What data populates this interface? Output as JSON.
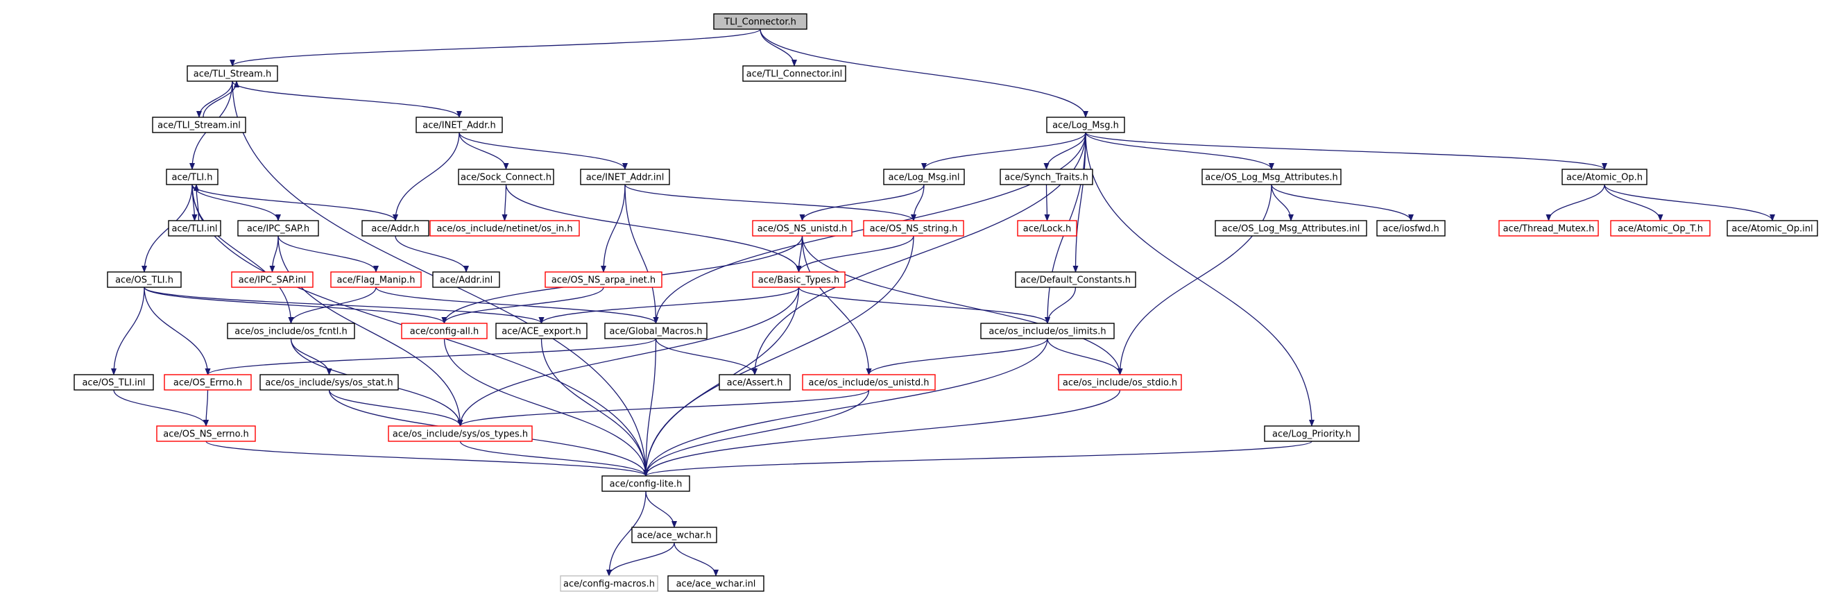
{
  "colors": {
    "normal_border": "#000000",
    "missing_border": "#ff0000",
    "external_border": "#bfbfbf",
    "root_fill": "#bfbfbf",
    "node_fill": "#ffffff",
    "text": "#000000",
    "edge": "#191970"
  },
  "nodes": [
    {
      "id": "tli_connector_h",
      "label": "TLI_Connector.h",
      "style": "root"
    },
    {
      "id": "tli_stream_h",
      "label": "ace/TLI_Stream.h",
      "style": "normal"
    },
    {
      "id": "tli_connector_inl",
      "label": "ace/TLI_Connector.inl",
      "style": "normal"
    },
    {
      "id": "tli_stream_inl",
      "label": "ace/TLI_Stream.inl",
      "style": "normal"
    },
    {
      "id": "inet_addr_h",
      "label": "ace/INET_Addr.h",
      "style": "normal"
    },
    {
      "id": "log_msg_h",
      "label": "ace/Log_Msg.h",
      "style": "normal"
    },
    {
      "id": "tli_h",
      "label": "ace/TLI.h",
      "style": "normal"
    },
    {
      "id": "sock_connect_h",
      "label": "ace/Sock_Connect.h",
      "style": "normal"
    },
    {
      "id": "inet_addr_inl",
      "label": "ace/INET_Addr.inl",
      "style": "normal"
    },
    {
      "id": "log_msg_inl",
      "label": "ace/Log_Msg.inl",
      "style": "normal"
    },
    {
      "id": "synch_traits_h",
      "label": "ace/Synch_Traits.h",
      "style": "normal"
    },
    {
      "id": "os_log_msg_attr_h",
      "label": "ace/OS_Log_Msg_Attributes.h",
      "style": "normal"
    },
    {
      "id": "atomic_op_h",
      "label": "ace/Atomic_Op.h",
      "style": "normal"
    },
    {
      "id": "tli_inl",
      "label": "ace/TLI.inl",
      "style": "normal"
    },
    {
      "id": "ipc_sap_h",
      "label": "ace/IPC_SAP.h",
      "style": "normal"
    },
    {
      "id": "addr_h",
      "label": "ace/Addr.h",
      "style": "normal"
    },
    {
      "id": "netinet_in_h",
      "label": "ace/os_include/netinet/os_in.h",
      "style": "missing"
    },
    {
      "id": "os_ns_unistd_h",
      "label": "ace/OS_NS_unistd.h",
      "style": "missing"
    },
    {
      "id": "os_ns_string_h",
      "label": "ace/OS_NS_string.h",
      "style": "missing"
    },
    {
      "id": "lock_h",
      "label": "ace/Lock.h",
      "style": "missing"
    },
    {
      "id": "os_log_msg_attr_inl",
      "label": "ace/OS_Log_Msg_Attributes.inl",
      "style": "normal"
    },
    {
      "id": "iosfwd_h",
      "label": "ace/iosfwd.h",
      "style": "normal"
    },
    {
      "id": "thread_mutex_h",
      "label": "ace/Thread_Mutex.h",
      "style": "missing"
    },
    {
      "id": "atomic_op_t_h",
      "label": "ace/Atomic_Op_T.h",
      "style": "missing"
    },
    {
      "id": "atomic_op_inl",
      "label": "ace/Atomic_Op.inl",
      "style": "normal"
    },
    {
      "id": "os_tli_h",
      "label": "ace/OS_TLI.h",
      "style": "normal"
    },
    {
      "id": "ipc_sap_inl",
      "label": "ace/IPC_SAP.inl",
      "style": "missing"
    },
    {
      "id": "flag_manip_h",
      "label": "ace/Flag_Manip.h",
      "style": "missing"
    },
    {
      "id": "addr_inl",
      "label": "ace/Addr.inl",
      "style": "normal"
    },
    {
      "id": "os_ns_arpa_inet_h",
      "label": "ace/OS_NS_arpa_inet.h",
      "style": "missing"
    },
    {
      "id": "basic_types_h",
      "label": "ace/Basic_Types.h",
      "style": "missing"
    },
    {
      "id": "default_constants_h",
      "label": "ace/Default_Constants.h",
      "style": "normal"
    },
    {
      "id": "os_fcntl_h",
      "label": "ace/os_include/os_fcntl.h",
      "style": "normal"
    },
    {
      "id": "config_all_h",
      "label": "ace/config-all.h",
      "style": "missing"
    },
    {
      "id": "ace_export_h",
      "label": "ace/ACE_export.h",
      "style": "normal"
    },
    {
      "id": "global_macros_h",
      "label": "ace/Global_Macros.h",
      "style": "normal"
    },
    {
      "id": "os_limits_h",
      "label": "ace/os_include/os_limits.h",
      "style": "normal"
    },
    {
      "id": "os_tli_inl",
      "label": "ace/OS_TLI.inl",
      "style": "normal"
    },
    {
      "id": "os_errno_h",
      "label": "ace/OS_Errno.h",
      "style": "missing"
    },
    {
      "id": "sys_os_stat_h",
      "label": "ace/os_include/sys/os_stat.h",
      "style": "normal"
    },
    {
      "id": "assert_h",
      "label": "ace/Assert.h",
      "style": "normal"
    },
    {
      "id": "os_unistd_h",
      "label": "ace/os_include/os_unistd.h",
      "style": "missing"
    },
    {
      "id": "os_stdio_h",
      "label": "ace/os_include/os_stdio.h",
      "style": "missing"
    },
    {
      "id": "os_ns_errno_h",
      "label": "ace/OS_NS_errno.h",
      "style": "missing"
    },
    {
      "id": "sys_os_types_h",
      "label": "ace/os_include/sys/os_types.h",
      "style": "missing"
    },
    {
      "id": "log_priority_h",
      "label": "ace/Log_Priority.h",
      "style": "normal"
    },
    {
      "id": "config_lite_h",
      "label": "ace/config-lite.h",
      "style": "normal"
    },
    {
      "id": "ace_wchar_h",
      "label": "ace/ace_wchar.h",
      "style": "normal"
    },
    {
      "id": "config_macros_h",
      "label": "ace/config-macros.h",
      "style": "external"
    },
    {
      "id": "ace_wchar_inl",
      "label": "ace/ace_wchar.inl",
      "style": "normal"
    }
  ],
  "edges": [
    [
      "tli_connector_h",
      "tli_stream_h"
    ],
    [
      "tli_connector_h",
      "tli_connector_inl"
    ],
    [
      "tli_connector_h",
      "log_msg_h"
    ],
    [
      "tli_stream_h",
      "tli_stream_inl"
    ],
    [
      "tli_stream_inl",
      "tli_stream_h"
    ],
    [
      "tli_stream_h",
      "inet_addr_h"
    ],
    [
      "tli_stream_h",
      "tli_h"
    ],
    [
      "tli_stream_h",
      "config_lite_h"
    ],
    [
      "inet_addr_h",
      "sock_connect_h"
    ],
    [
      "inet_addr_h",
      "inet_addr_inl"
    ],
    [
      "inet_addr_h",
      "addr_h"
    ],
    [
      "log_msg_h",
      "log_msg_inl"
    ],
    [
      "log_msg_h",
      "synch_traits_h"
    ],
    [
      "log_msg_h",
      "os_log_msg_attr_h"
    ],
    [
      "log_msg_h",
      "atomic_op_h"
    ],
    [
      "log_msg_h",
      "global_macros_h"
    ],
    [
      "log_msg_h",
      "assert_h"
    ],
    [
      "log_msg_h",
      "default_constants_h"
    ],
    [
      "log_msg_h",
      "os_limits_h"
    ],
    [
      "log_msg_h",
      "log_priority_h"
    ],
    [
      "tli_h",
      "tli_inl"
    ],
    [
      "tli_inl",
      "tli_h"
    ],
    [
      "tli_h",
      "ipc_sap_h"
    ],
    [
      "tli_h",
      "addr_h"
    ],
    [
      "tli_h",
      "os_tli_h"
    ],
    [
      "tli_h",
      "os_fcntl_h"
    ],
    [
      "tli_h",
      "config_lite_h"
    ],
    [
      "sock_connect_h",
      "netinet_in_h"
    ],
    [
      "sock_connect_h",
      "basic_types_h"
    ],
    [
      "inet_addr_inl",
      "os_ns_string_h"
    ],
    [
      "inet_addr_inl",
      "os_ns_arpa_inet_h"
    ],
    [
      "inet_addr_inl",
      "global_macros_h"
    ],
    [
      "log_msg_inl",
      "os_ns_unistd_h"
    ],
    [
      "log_msg_inl",
      "os_ns_string_h"
    ],
    [
      "synch_traits_h",
      "lock_h"
    ],
    [
      "os_log_msg_attr_h",
      "os_log_msg_attr_inl"
    ],
    [
      "os_log_msg_attr_h",
      "iosfwd_h"
    ],
    [
      "os_log_msg_attr_h",
      "os_stdio_h"
    ],
    [
      "atomic_op_h",
      "thread_mutex_h"
    ],
    [
      "atomic_op_h",
      "atomic_op_t_h"
    ],
    [
      "atomic_op_h",
      "atomic_op_inl"
    ],
    [
      "ipc_sap_h",
      "ipc_sap_inl"
    ],
    [
      "ipc_sap_h",
      "flag_manip_h"
    ],
    [
      "ipc_sap_h",
      "sys_os_types_h"
    ],
    [
      "addr_h",
      "addr_inl"
    ],
    [
      "os_ns_unistd_h",
      "basic_types_h"
    ],
    [
      "os_ns_unistd_h",
      "os_unistd_h"
    ],
    [
      "os_ns_unistd_h",
      "config_all_h"
    ],
    [
      "os_ns_unistd_h",
      "os_stdio_h"
    ],
    [
      "os_ns_string_h",
      "basic_types_h"
    ],
    [
      "os_ns_string_h",
      "config_lite_h"
    ],
    [
      "os_tli_h",
      "os_tli_inl"
    ],
    [
      "os_tli_h",
      "os_errno_h"
    ],
    [
      "os_tli_h",
      "config_all_h"
    ],
    [
      "os_tli_h",
      "ace_export_h"
    ],
    [
      "flag_manip_h",
      "os_fcntl_h"
    ],
    [
      "flag_manip_h",
      "global_macros_h"
    ],
    [
      "os_ns_arpa_inet_h",
      "config_all_h"
    ],
    [
      "basic_types_h",
      "ace_export_h"
    ],
    [
      "basic_types_h",
      "os_limits_h"
    ],
    [
      "basic_types_h",
      "config_lite_h"
    ],
    [
      "basic_types_h",
      "sys_os_types_h"
    ],
    [
      "default_constants_h",
      "os_limits_h"
    ],
    [
      "os_fcntl_h",
      "sys_os_stat_h"
    ],
    [
      "os_fcntl_h",
      "sys_os_types_h"
    ],
    [
      "config_all_h",
      "config_lite_h"
    ],
    [
      "ace_export_h",
      "config_lite_h"
    ],
    [
      "global_macros_h",
      "config_lite_h"
    ],
    [
      "global_macros_h",
      "assert_h"
    ],
    [
      "global_macros_h",
      "os_errno_h"
    ],
    [
      "os_limits_h",
      "os_unistd_h"
    ],
    [
      "os_limits_h",
      "os_stdio_h"
    ],
    [
      "os_limits_h",
      "config_lite_h"
    ],
    [
      "os_tli_inl",
      "os_ns_errno_h"
    ],
    [
      "os_errno_h",
      "os_ns_errno_h"
    ],
    [
      "sys_os_stat_h",
      "sys_os_types_h"
    ],
    [
      "sys_os_stat_h",
      "config_lite_h"
    ],
    [
      "os_unistd_h",
      "sys_os_types_h"
    ],
    [
      "os_unistd_h",
      "config_lite_h"
    ],
    [
      "os_stdio_h",
      "config_lite_h"
    ],
    [
      "os_ns_errno_h",
      "config_lite_h"
    ],
    [
      "sys_os_types_h",
      "config_lite_h"
    ],
    [
      "log_priority_h",
      "config_lite_h"
    ],
    [
      "config_lite_h",
      "ace_wchar_h"
    ],
    [
      "config_lite_h",
      "config_macros_h"
    ],
    [
      "ace_wchar_h",
      "config_macros_h"
    ],
    [
      "ace_wchar_h",
      "ace_wchar_inl"
    ]
  ]
}
